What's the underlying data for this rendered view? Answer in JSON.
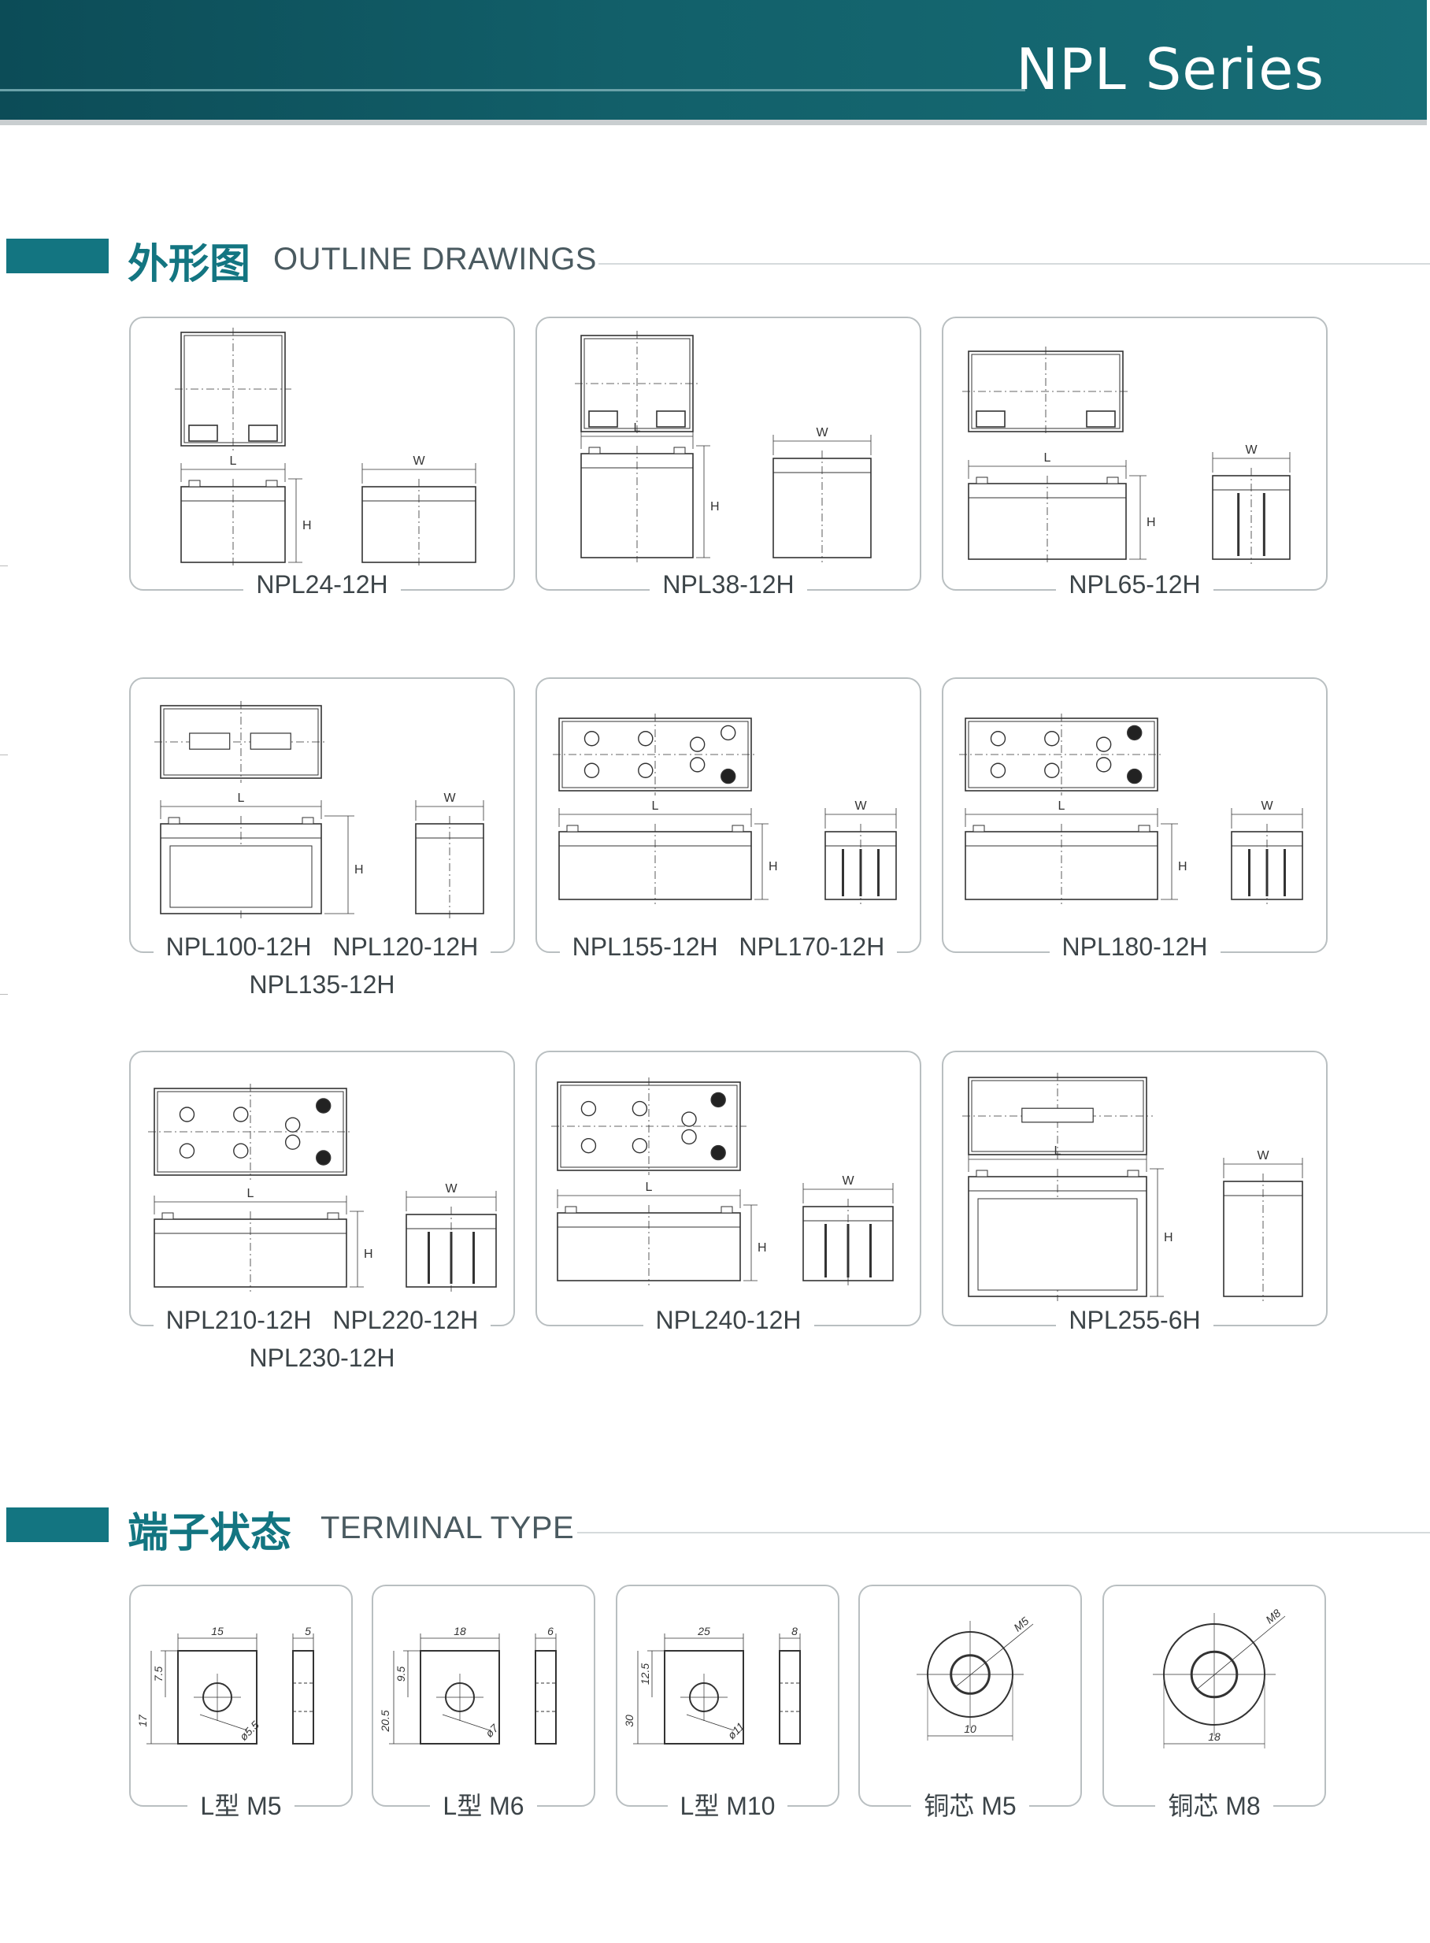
{
  "header": {
    "series": "NPL Series"
  },
  "outline_section": {
    "title_cn": "外形图",
    "title_en": "OUTLINE DRAWINGS"
  },
  "outline_cards": [
    {
      "label": "NPL24-12H",
      "label2": "",
      "dims": {
        "l": "L",
        "w": "W",
        "h": "H"
      }
    },
    {
      "label": "NPL38-12H",
      "label2": "",
      "dims": {
        "l": "L",
        "w": "W",
        "h": "H"
      }
    },
    {
      "label": "NPL65-12H",
      "label2": "",
      "dims": {
        "l": "L",
        "w": "W",
        "h": "H"
      }
    },
    {
      "label": "NPL100-12H   NPL120-12H",
      "label2": "NPL135-12H",
      "dims": {
        "l": "L",
        "w": "W",
        "h": "H"
      }
    },
    {
      "label": "NPL155-12H   NPL170-12H",
      "label2": "",
      "dims": {
        "l": "L",
        "w": "W",
        "h": "H"
      }
    },
    {
      "label": "NPL180-12H",
      "label2": "",
      "dims": {
        "l": "L",
        "w": "W",
        "h": "H"
      }
    },
    {
      "label": "NPL210-12H   NPL220-12H",
      "label2": "NPL230-12H",
      "dims": {
        "l": "L",
        "w": "W",
        "h": "H"
      }
    },
    {
      "label": "NPL240-12H",
      "label2": "",
      "dims": {
        "l": "L",
        "w": "W",
        "h": "H"
      }
    },
    {
      "label": "NPL255-6H",
      "label2": "",
      "dims": {
        "l": "L",
        "w": "W",
        "h": "H"
      }
    }
  ],
  "terminal_section": {
    "title_cn": "端子状态",
    "title_en": "TERMINAL TYPE"
  },
  "terminal_cards": [
    {
      "label": "L型 M5",
      "dims": {
        "width": "15",
        "thick": "5",
        "height": "17",
        "upper": "7.5",
        "hole": "ø5.5"
      }
    },
    {
      "label": "L型 M6",
      "dims": {
        "width": "18",
        "thick": "6",
        "height": "20.5",
        "upper": "9.5",
        "hole": "ø7"
      }
    },
    {
      "label": "L型 M10",
      "dims": {
        "width": "25",
        "thick": "8",
        "height": "30",
        "upper": "12.5",
        "hole": "ø11"
      }
    },
    {
      "label": "铜芯 M5",
      "dims": {
        "thread": "M5",
        "dia": "10"
      }
    },
    {
      "label": "铜芯 M8",
      "dims": {
        "thread": "M8",
        "dia": "18"
      }
    }
  ]
}
